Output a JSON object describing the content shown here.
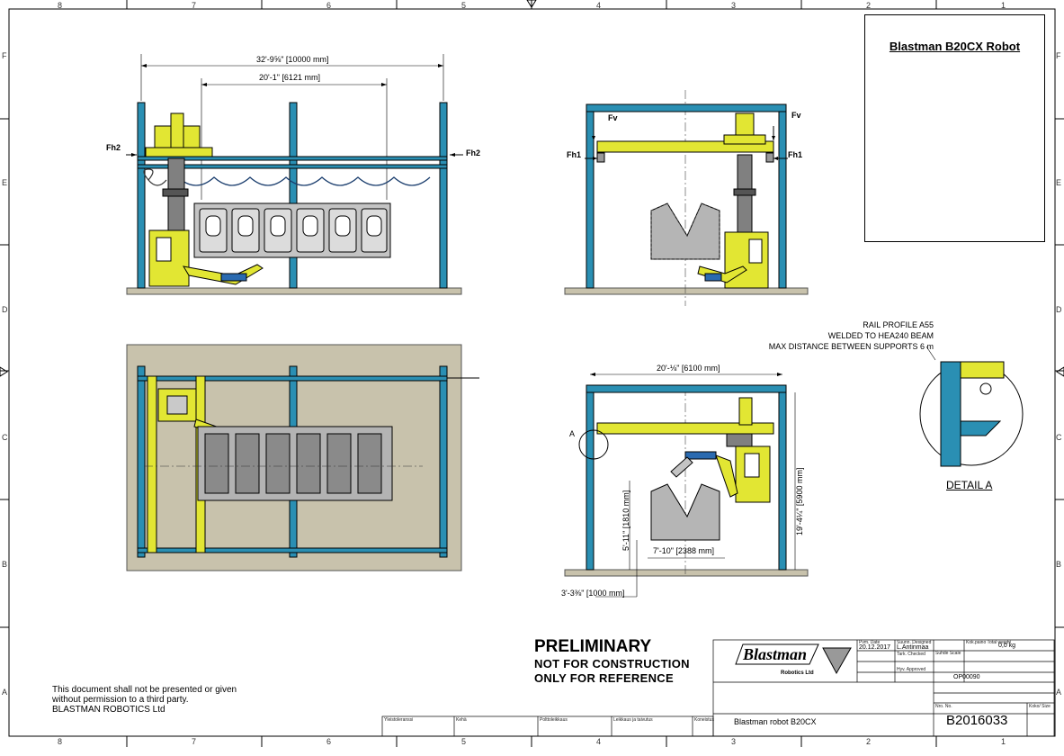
{
  "sheet": {
    "top_zones": [
      "8",
      "7",
      "6",
      "5",
      "4",
      "3",
      "2",
      "1"
    ],
    "bottom_zones": [
      "8",
      "7",
      "6",
      "5",
      "4",
      "3",
      "2",
      "1"
    ],
    "side_zones": [
      "F",
      "E",
      "D",
      "C",
      "B",
      "A"
    ]
  },
  "title_block_top": {
    "title": "Blastman B20CX Robot"
  },
  "views": {
    "side": {
      "dim_overall": "32'-9⅝\" [10000 mm]",
      "dim_inner": "20'-1\" [6121 mm]",
      "force_left": "Fh2",
      "force_right": "Fh2"
    },
    "end": {
      "fv_left": "Fv",
      "fv_right": "Fv",
      "fh_left": "Fh1",
      "fh_right": "Fh1"
    },
    "section": {
      "dim_width": "20'-⅛\" [6100 mm]",
      "dim_height": "19'-4¼\" [5900 mm]",
      "dim_fixture_h": "5'-11\" [1810 mm]",
      "dim_fixture_w": "7'-10\" [2388 mm]",
      "dim_offset": "3'-3⅜\" [1000 mm]",
      "detail_marker": "A"
    }
  },
  "rail_note": [
    "RAIL PROFILE A55",
    "WELDED TO HEA240 BEAM",
    "MAX DISTANCE BETWEEN SUPPORTS 6 m"
  ],
  "detail_label": "DETAIL A",
  "stamp": {
    "line1": "PRELIMINARY",
    "line2": "NOT FOR CONSTRUCTION",
    "line3": "ONLY FOR REFERENCE"
  },
  "confidential": [
    "This document shall not be presented or given",
    "without permission to a third party.",
    "BLASTMAN ROBOTICS Ltd"
  ],
  "title_block": {
    "logo": "Blastman",
    "logo_sub": "Robotics Ltd",
    "date_label": "Pvm. Date",
    "date": "20.12.2017",
    "designed_label": "Suunn. Designed",
    "designed": "L.Antinmaa",
    "checked_label": "Tark. Checked",
    "approved_label": "Hyv. Approved",
    "scale_label": "Suhde Scale",
    "weight_label": "Kok.paino Total weight",
    "weight": "0,0 kg",
    "project_code": "OP00090",
    "subtitle": "Blastman robot B20CX",
    "drawing_no_label": "Nro. No.",
    "drawing_no": "B2016033",
    "sheet_label": "Koko/ Size"
  },
  "tolerance_strip": [
    "Yleistoleranssi",
    "Kehä",
    "Polttoleikkaus",
    "Leikkaus ja taivutus",
    "Koneistus"
  ]
}
